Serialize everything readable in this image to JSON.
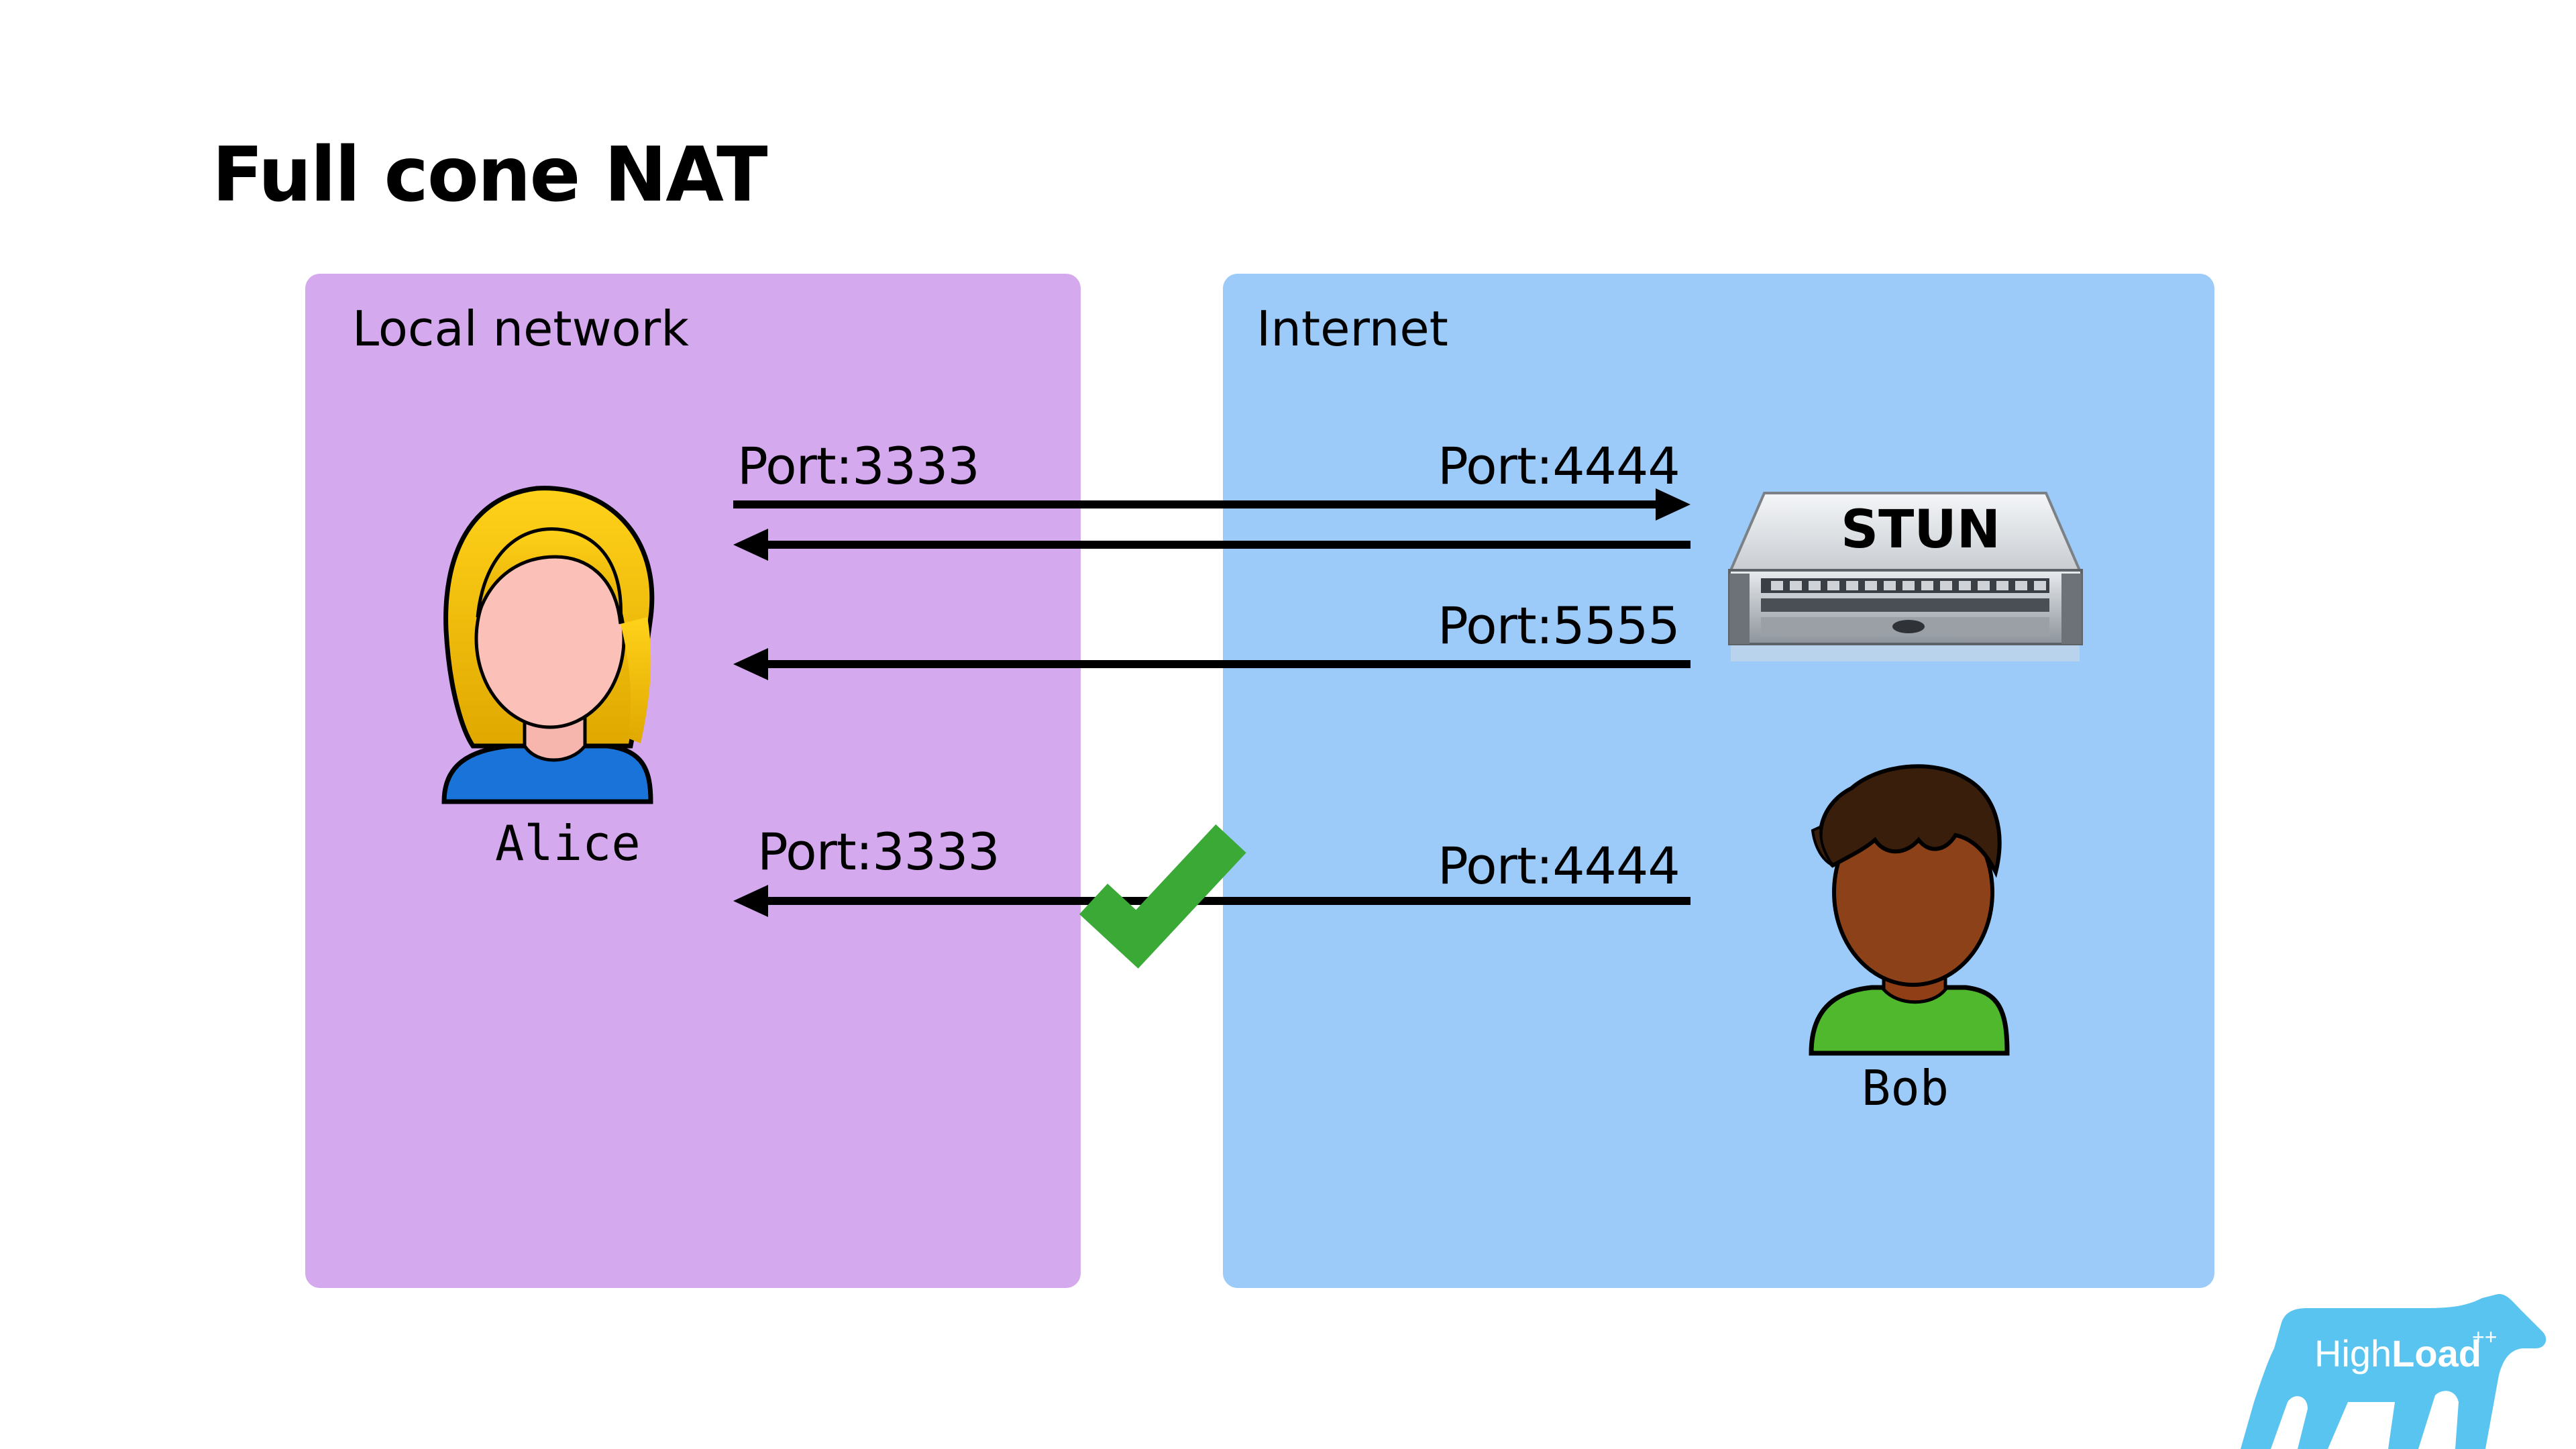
{
  "title": "Full cone NAT",
  "regions": {
    "local": {
      "label": "Local network",
      "color": "#d4a9ed"
    },
    "internet": {
      "label": "Internet",
      "color": "#9ccbf9"
    }
  },
  "actors": {
    "alice": {
      "name": "Alice",
      "icon": "female-user-icon"
    },
    "bob": {
      "name": "Bob",
      "icon": "male-user-icon"
    },
    "stun": {
      "label": "STUN",
      "icon": "rack-server-icon"
    }
  },
  "flows": [
    {
      "id": "alice-to-stun",
      "left_port": "Port:3333",
      "right_port": "Port:4444",
      "direction": "right"
    },
    {
      "id": "stun-to-alice",
      "direction": "left"
    },
    {
      "id": "stun-alt-to-alice",
      "right_port": "Port:5555",
      "direction": "left"
    },
    {
      "id": "bob-to-alice",
      "left_port": "Port:3333",
      "right_port": "Port:4444",
      "direction": "left",
      "status": "allowed"
    }
  ],
  "status_icon": {
    "name": "check-icon",
    "color": "#3aa935"
  },
  "logo": {
    "text_light": "High",
    "text_bold": "Load",
    "sup": "++",
    "color": "#5ac4f0"
  }
}
